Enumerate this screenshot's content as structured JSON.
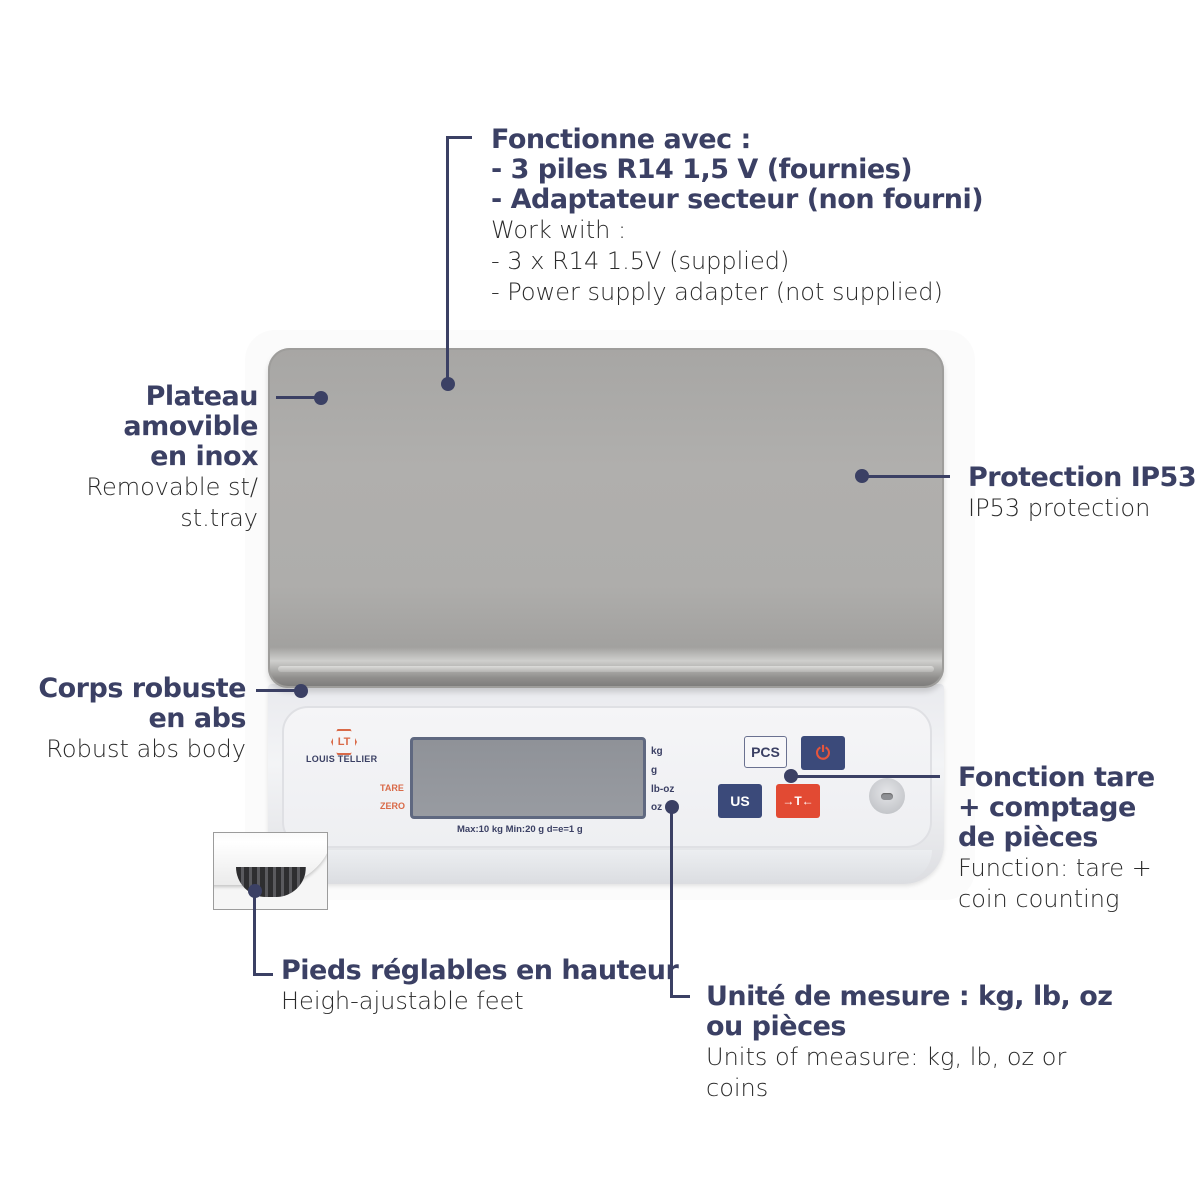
{
  "callouts": {
    "power": {
      "fr_lines": [
        "Fonctionne avec :",
        "- 3 piles R14 1,5 V (fournies)",
        "- Adaptateur secteur (non fourni)"
      ],
      "en_lines": [
        "Work with :",
        "- 3 x R14 1.5V (supplied)",
        "- Power supply adapter (not supplied)"
      ]
    },
    "tray": {
      "fr_lines": [
        "Plateau amovible",
        "en inox"
      ],
      "en_lines": [
        "Removable st/",
        "st.tray"
      ]
    },
    "ip": {
      "fr_lines": [
        "Protection IP53"
      ],
      "en_lines": [
        "IP53 protection"
      ]
    },
    "body": {
      "fr_lines": [
        "Corps robuste",
        "en abs"
      ],
      "en_lines": [
        "Robust abs body"
      ]
    },
    "tare": {
      "fr_lines": [
        "Fonction tare",
        "+ comptage",
        "de pièces"
      ],
      "en_lines": [
        "Function: tare +",
        "coin counting"
      ]
    },
    "feet": {
      "fr_lines": [
        "Pieds réglables en hauteur"
      ],
      "en_lines": [
        "Heigh-ajustable feet"
      ]
    },
    "units": {
      "fr_lines": [
        "Unité de mesure : kg, lb, oz",
        "ou pièces"
      ],
      "en_lines": [
        "Units of measure: kg, lb, oz or",
        "coins"
      ]
    }
  },
  "scale": {
    "brand": {
      "logo": "LT",
      "name": "LOUIS TELLIER"
    },
    "display_labels": {
      "tare": "TARE",
      "zero": "ZERO"
    },
    "units": [
      "kg",
      "g",
      "lb-oz",
      "oz"
    ],
    "spec": "Max:10 kg  Min:20 g  d=e=1 g",
    "keys": {
      "pcs": "PCS",
      "power": "⏻",
      "us": "US",
      "tare": "→T←"
    }
  },
  "colors": {
    "accent_navy": "#3b4064",
    "key_navy": "#3b4a7a",
    "key_red": "#e24a33",
    "logo_orange": "#d96a48"
  }
}
